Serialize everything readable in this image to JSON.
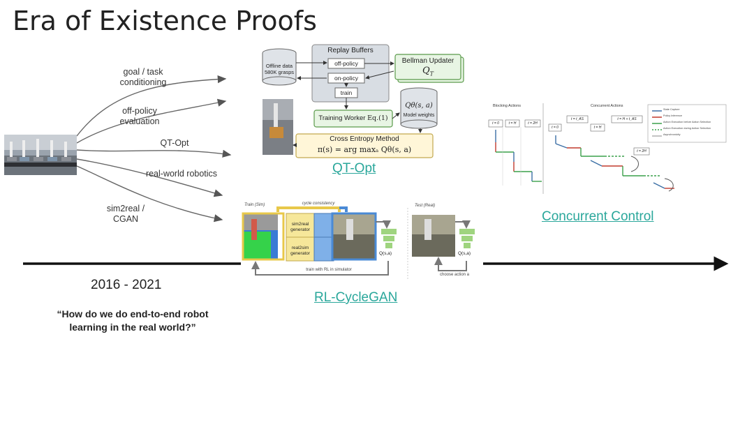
{
  "slide": {
    "title": "Era of Existence Proofs",
    "year_range": "2016 - 2021",
    "quote_line1": "“How do we do end-to-end robot",
    "quote_line2": "learning in the real world?”"
  },
  "branches": [
    {
      "line1": "goal / task",
      "line2": "conditioning"
    },
    {
      "line1": "off-policy",
      "line2": "evaluation"
    },
    {
      "line1": "QT-Opt",
      "line2": ""
    },
    {
      "line1": "real-world robotics",
      "line2": ""
    },
    {
      "line1": "sim2real /",
      "line2": "CGAN"
    }
  ],
  "qtopt": {
    "caption": "QT-Opt",
    "offline_data": "Offline data",
    "grasps": "580K grasps",
    "replay_buffers": "Replay Buffers",
    "off_policy": "off-policy",
    "on_policy": "on-policy",
    "train": "train",
    "bellman_updater": "Bellman Updater",
    "bellman_q": "Q",
    "bellman_q_sub": "T",
    "training_worker": "Training Worker",
    "eq": "Eq.(1)",
    "q_theta": "Qθ(s, a)",
    "model_weights": "Model weights",
    "cem": "Cross Entropy Method",
    "cem_formula": "π(s) = arg maxₐ Qθ(s, a)"
  },
  "cyclegan": {
    "caption": "RL-CycleGAN",
    "train_sim": "Train (Sim)",
    "cycle_consistency": "cycle consistency",
    "sim2real": "sim2real",
    "real2sim": "real2sim",
    "generator": "generator",
    "q_label": "Q(s,a)",
    "train_rl": "train with RL in simulator",
    "test_real": "Test (Real)",
    "choose_action": "choose action a"
  },
  "concurrent": {
    "caption": "Concurrent Control",
    "blocking": "Blocking Actions",
    "concurrent_actions": "Concurrent Actions",
    "t0": "t = 0",
    "tH": "t = H",
    "t2H": "t = 2H",
    "tAS": "t = t_AS",
    "tHAS": "t = H + t_AS",
    "legend": [
      "State Capture",
      "Policy Inference",
      "Action Execution before Action Selection",
      "Action Execution during Action Selection",
      "Asynchronicity"
    ]
  },
  "colors": {
    "accent": "#2aa79b",
    "bellman_green": "#e8f5e4",
    "cem_yellow": "#fff6d8",
    "replay_gray": "#d8dde3"
  }
}
